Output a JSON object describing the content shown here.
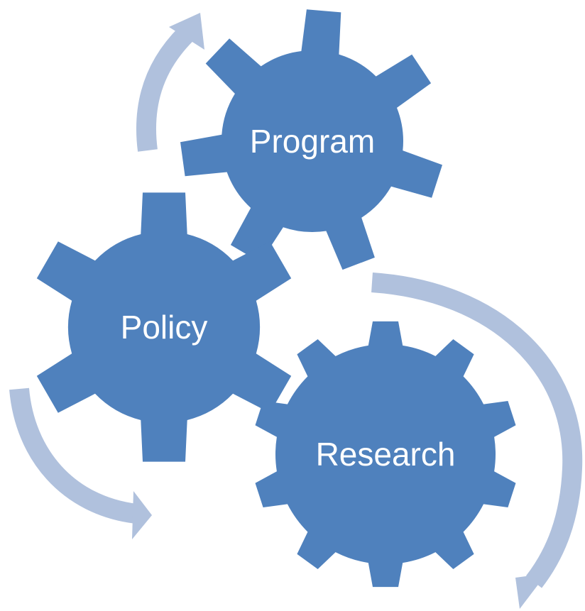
{
  "colors": {
    "gear": "#4F81BD",
    "arrow": "#B0C1DD",
    "label": "#FFFFFF",
    "background": "#FFFFFF"
  },
  "gears": [
    {
      "id": "program",
      "label": "Program",
      "teeth": 7
    },
    {
      "id": "policy",
      "label": "Policy",
      "teeth": 6
    },
    {
      "id": "research",
      "label": "Research",
      "teeth": 10
    }
  ],
  "arrows": [
    {
      "id": "arrow-top-left",
      "direction": "clockwise"
    },
    {
      "id": "arrow-right",
      "direction": "clockwise"
    },
    {
      "id": "arrow-bottom-left",
      "direction": "counter-clockwise"
    }
  ]
}
